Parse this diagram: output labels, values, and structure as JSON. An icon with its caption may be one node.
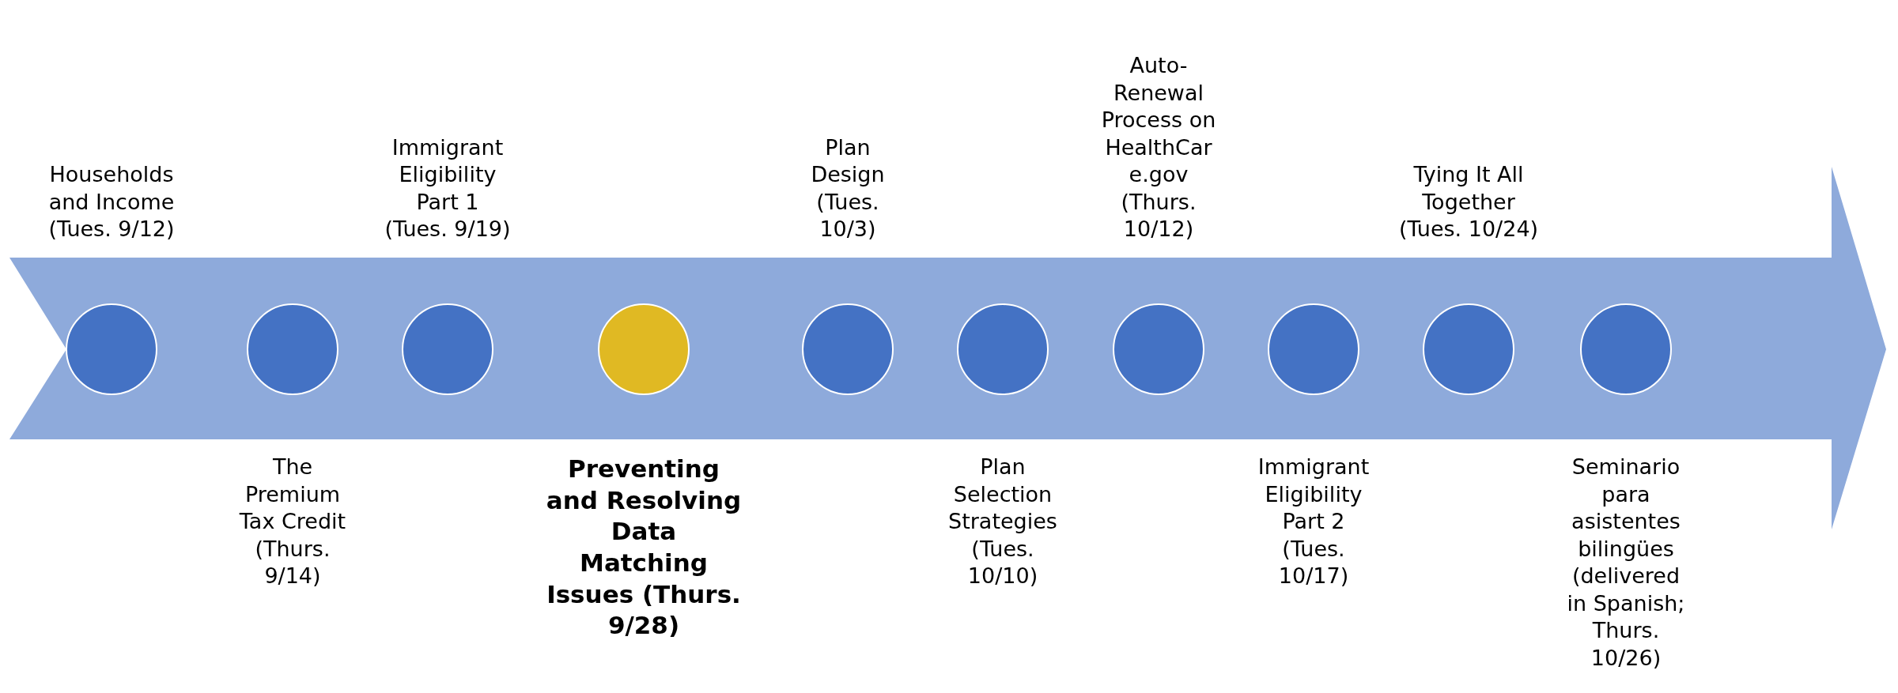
{
  "diagram": {
    "labels": [
      "Households and Income (Tues. 9/12)",
      "The Premium Tax Credit (Thurs. 9/14)",
      "Immigrant Eligibility Part 1 (Tues. 9/19)",
      "Preventing and Resolving Data Matching Issues (Thurs. 9/28)",
      "Plan Design (Tues. 10/3)",
      "Plan Selection Strategies (Tues. 10/10)",
      "Auto-Renewal Process on HealthCare.gov (Thurs. 10/12)",
      "Immigrant Eligibility Part 2 (Tues. 10/17)",
      "Tying It All Together (Tues. 10/24)",
      "Seminario para asistentes bilingües (delivered in Spanish; Thurs. 10/26)"
    ]
  }
}
